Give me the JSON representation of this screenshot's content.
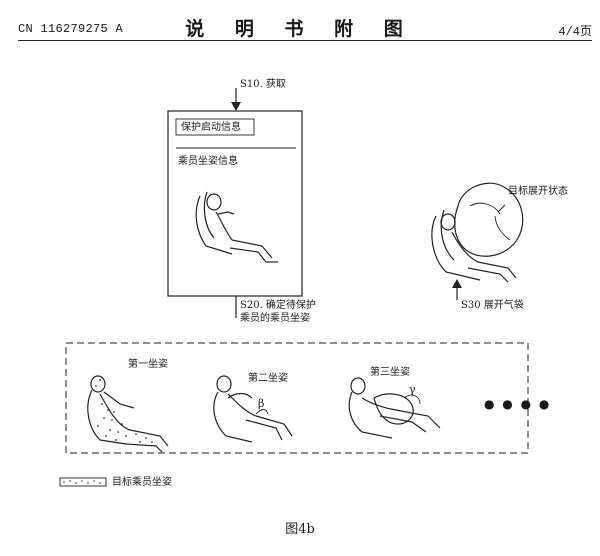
{
  "header": {
    "publication_number": "CN 116279275 A",
    "title": "说 明 书 附 图",
    "page": "4/4页"
  },
  "steps": {
    "s10": "S10. 获取",
    "s20": "S20. 确定待保护乘员的乘员坐姿",
    "s30": "S30 展开气袋"
  },
  "panel": {
    "info_protect": "保护启动信息",
    "info_posture": "乘员坐姿信息"
  },
  "airbag": {
    "target_state": "目标展开状态"
  },
  "postures": {
    "first": "第一坐姿",
    "second": "第二坐姿",
    "third": "第三坐姿",
    "angle_beta": "β",
    "angle_gamma": "γ",
    "more": "● ● ● ●"
  },
  "legend": {
    "target_posture": "目标乘员坐姿"
  },
  "caption": "图4b"
}
